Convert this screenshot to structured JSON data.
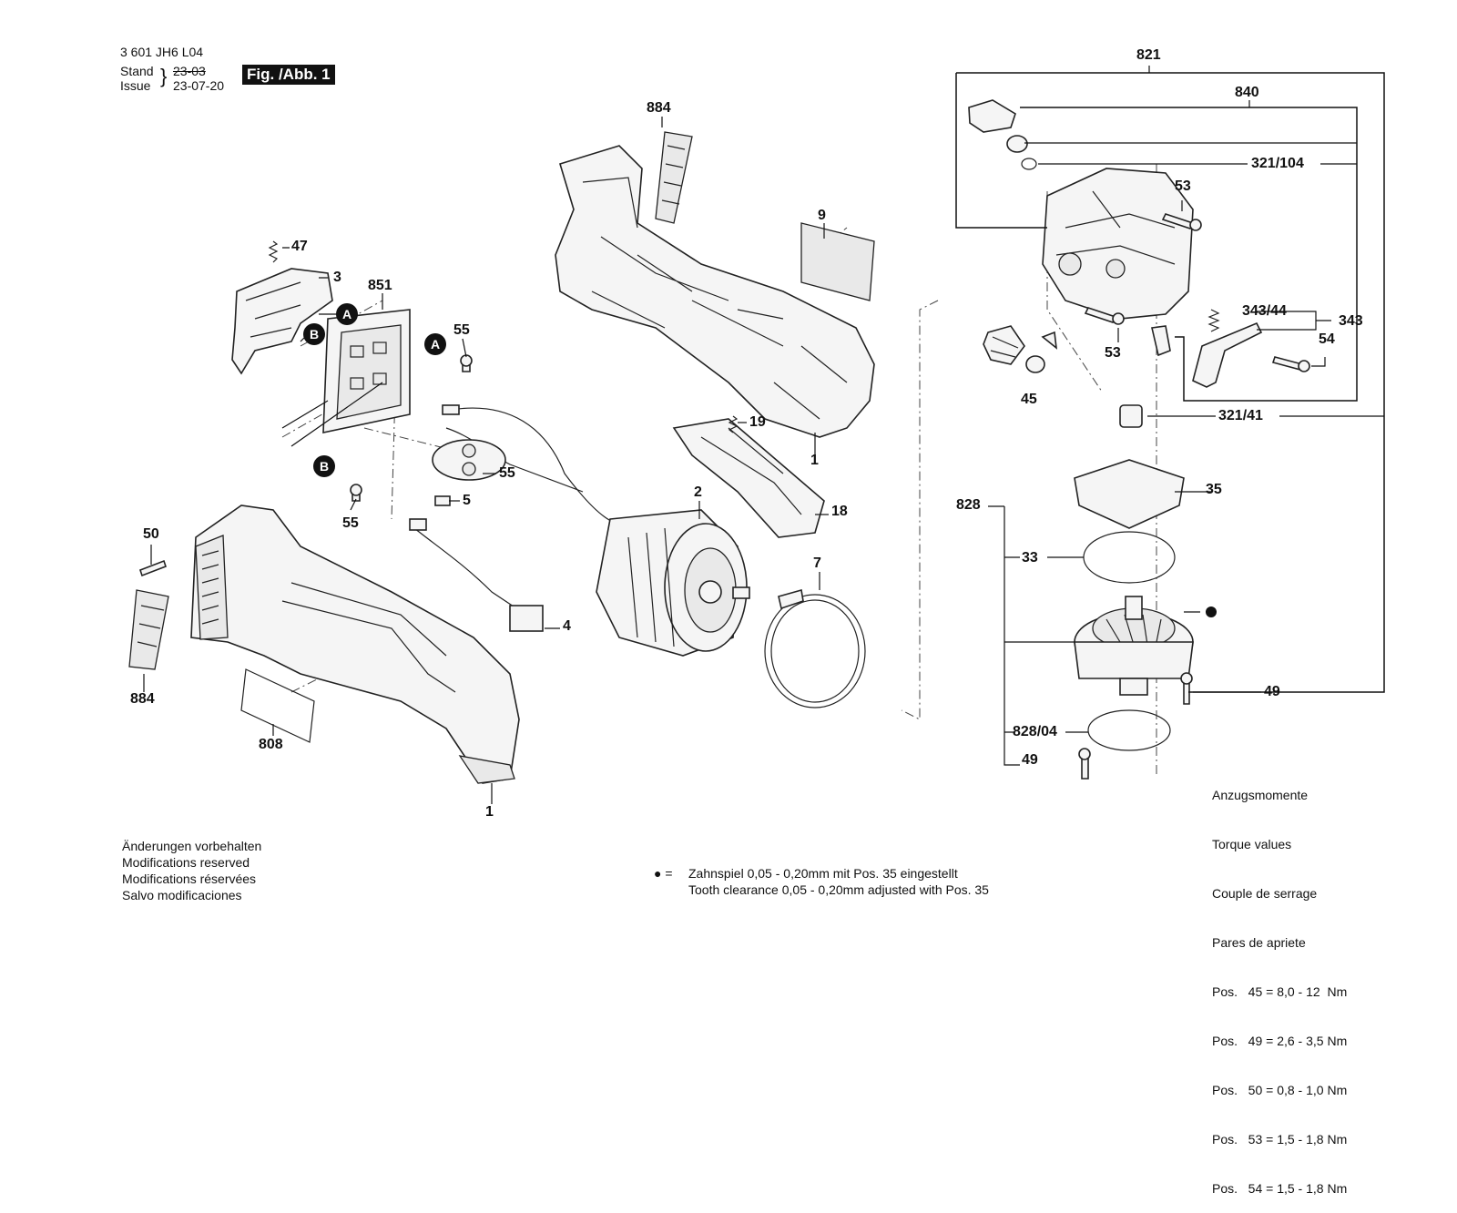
{
  "header": {
    "part_number": "3 601 JH6 L04",
    "stand_label": "Stand",
    "issue_label": "Issue",
    "stand_value": "23-03",
    "issue_value": "23-07-20",
    "figure": "Fig. /Abb. 1"
  },
  "callouts": {
    "p884_top": "884",
    "p9": "9",
    "p47": "47",
    "p3": "3",
    "p851": "851",
    "p55_a": "55",
    "p55_b": "55",
    "p55_c": "55",
    "p19": "19",
    "p1_top": "1",
    "p5": "5",
    "p2": "2",
    "p18": "18",
    "p50": "50",
    "p4": "4",
    "p7": "7",
    "p884_bot": "884",
    "p808": "808",
    "p1_bot": "1",
    "p821": "821",
    "p840": "840",
    "p321_104": "321/104",
    "p53_top": "53",
    "p343_44": "343/44",
    "p343": "343",
    "p53_bot": "53",
    "p54": "54",
    "p45": "45",
    "p321_41": "321/41",
    "p828": "828",
    "p35": "35",
    "p33": "33",
    "p49_right": "49",
    "p828_04": "828/04",
    "p49_bot": "49"
  },
  "badges": {
    "a1": "A",
    "b1": "B",
    "a2": "A",
    "b2": "B"
  },
  "modifications": {
    "de": "Änderungen vorbehalten",
    "en": "Modifications reserved",
    "fr": "Modifications réservées",
    "es": "Salvo modificaciones"
  },
  "legend": {
    "symbol": "● =",
    "de": "Zahnspiel 0,05 - 0,20mm mit Pos. 35 eingestellt",
    "en": "Tooth clearance 0,05 - 0,20mm adjusted with Pos. 35"
  },
  "torque": {
    "titles": [
      "Anzugsmomente",
      "Torque values",
      "Couple de serrage",
      "Pares de apriete"
    ],
    "rows": [
      "Pos.   45 = 8,0 - 12  Nm",
      "Pos.   49 = 2,6 - 3,5 Nm",
      "Pos.   50 = 0,8 - 1,0 Nm",
      "Pos.   53 = 1,5 - 1,8 Nm",
      "Pos.   54 = 1,5 - 1,8 Nm"
    ]
  }
}
